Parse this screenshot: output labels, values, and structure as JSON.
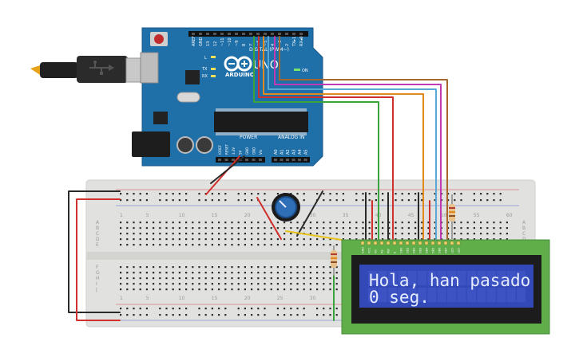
{
  "arduino": {
    "brand": "ARDUINO",
    "model": "UNO",
    "header_digital": "DIGITAL (PWM~)",
    "header_power": "POWER",
    "header_analog": "ANALOG IN",
    "on_label": "ON",
    "tx_label": "TX",
    "rx_label": "RX",
    "l_label": "L",
    "power_pins": [
      "IOREF",
      "RESET",
      "3.3V",
      "5V",
      "GND",
      "GND",
      "Vin"
    ],
    "analog_pins": [
      "A0",
      "A1",
      "A2",
      "A3",
      "A4",
      "A5"
    ],
    "digital_pins": [
      "AREF",
      "GND",
      "13",
      "12",
      "~11",
      "~10",
      "~9",
      "8",
      "7",
      "~6",
      "~5",
      "4",
      "~3",
      "2",
      "TX▸1",
      "RX◂0"
    ]
  },
  "breadboard": {
    "column_numbers": [
      "1",
      "5",
      "10",
      "15",
      "20",
      "25",
      "30",
      "35",
      "40",
      "45",
      "50",
      "55",
      "60"
    ],
    "row_letters_top": [
      "A",
      "B",
      "C",
      "D",
      "E"
    ],
    "row_letters_bottom": [
      "F",
      "G",
      "H",
      "I",
      "J"
    ]
  },
  "lcd": {
    "line1": "Hola, han pasado",
    "line2": "0 seg.",
    "pin_labels": [
      "GND",
      "VCC",
      "V0",
      "RS",
      "RW",
      "E",
      "DB0",
      "DB1",
      "DB2",
      "DB3",
      "DB4",
      "DB5",
      "DB6",
      "DB7",
      "LED",
      "LED"
    ]
  },
  "colors": {
    "board": "#1f6fa8",
    "breadboard": "#e1e1df",
    "lcd_frame": "#5fae4a",
    "lcd_screen": "#3449b8",
    "wire_red": "#d0302c",
    "wire_black": "#2a2a2a",
    "wire_green": "#3aa33a",
    "wire_orange": "#e0891e",
    "wire_blue": "#5aa8d8",
    "wire_magenta": "#c03ab6",
    "wire_brown": "#a5672d",
    "wire_yellow": "#e8c21a"
  }
}
